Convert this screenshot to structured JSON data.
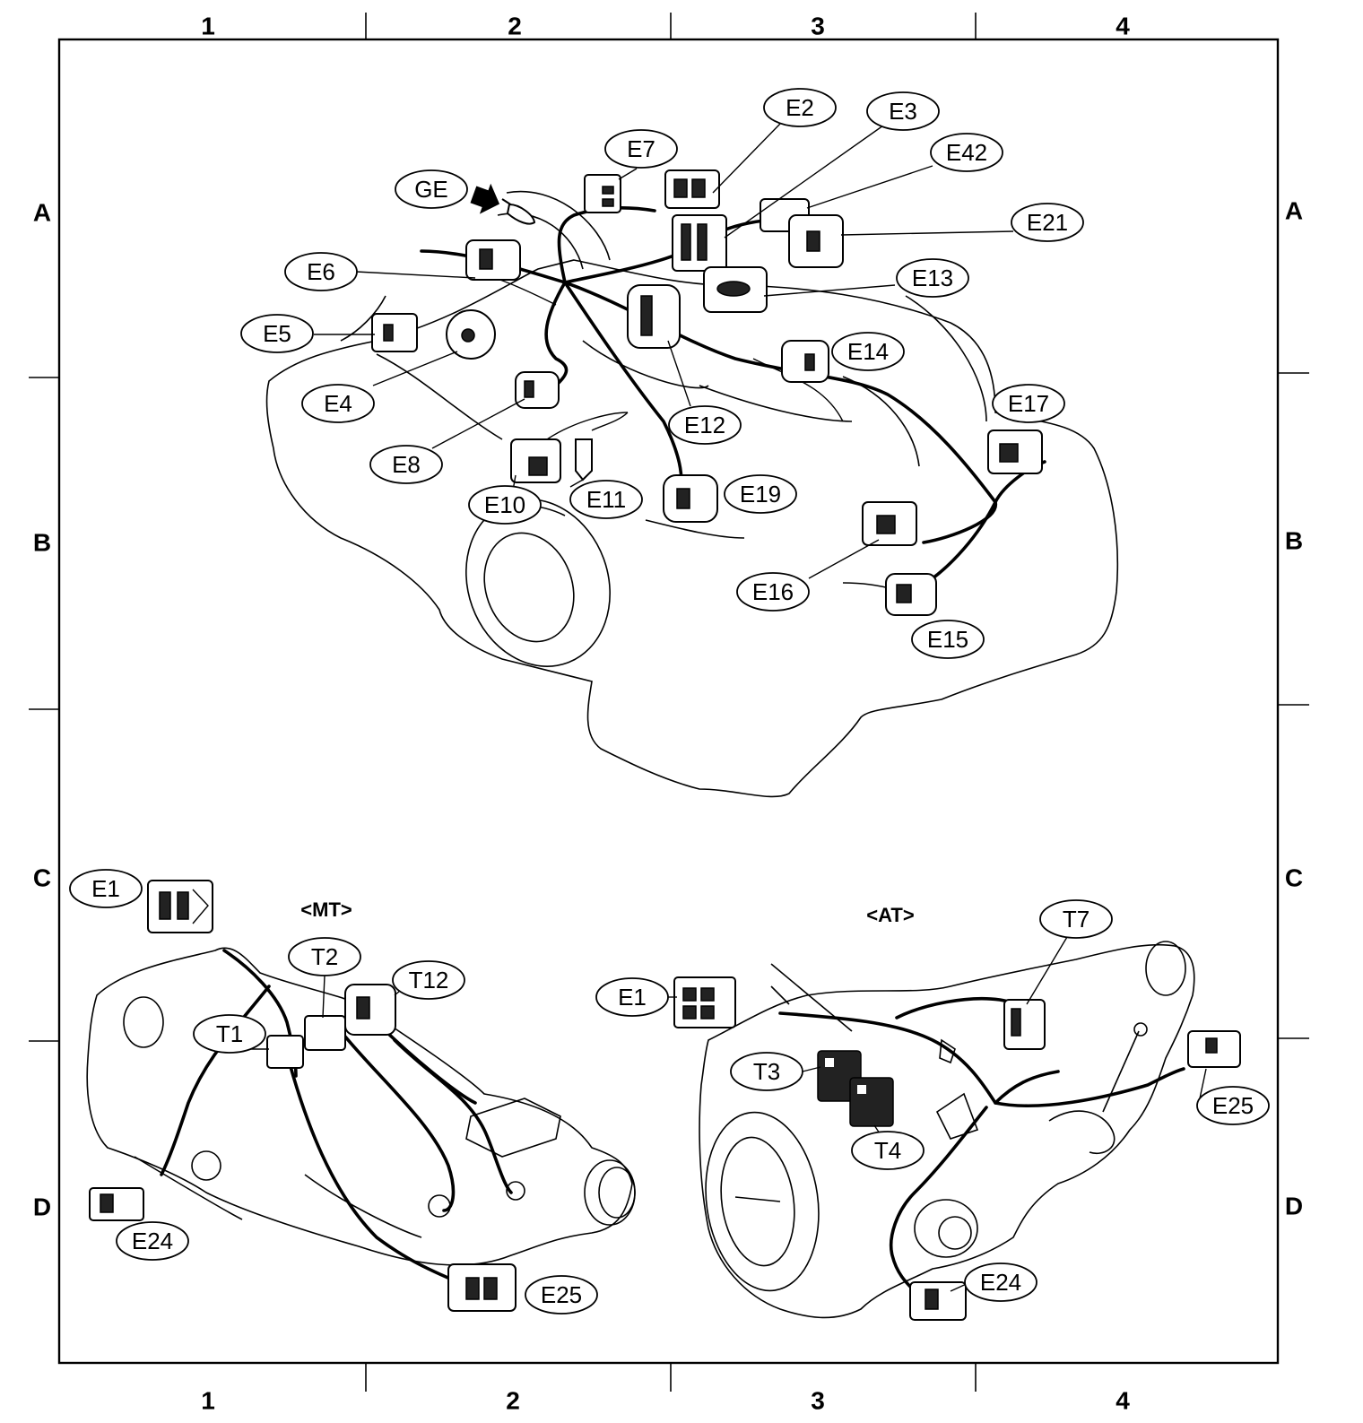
{
  "grid": {
    "columns": [
      "1",
      "2",
      "3",
      "4"
    ],
    "rows": [
      "A",
      "B",
      "C",
      "D"
    ]
  },
  "captions": {
    "mt": "<MT>",
    "at": "<AT>"
  },
  "engine_labels": [
    "E2",
    "E3",
    "E42",
    "E7",
    "GE",
    "E21",
    "E6",
    "E13",
    "E5",
    "E14",
    "E4",
    "E17",
    "E12",
    "E8",
    "E19",
    "E10",
    "E11",
    "E16",
    "E15"
  ],
  "mt_labels": [
    "E1",
    "T2",
    "T12",
    "T1",
    "E24",
    "E25"
  ],
  "at_labels": [
    "T7",
    "E1",
    "T3",
    "E25",
    "T4",
    "E24"
  ]
}
